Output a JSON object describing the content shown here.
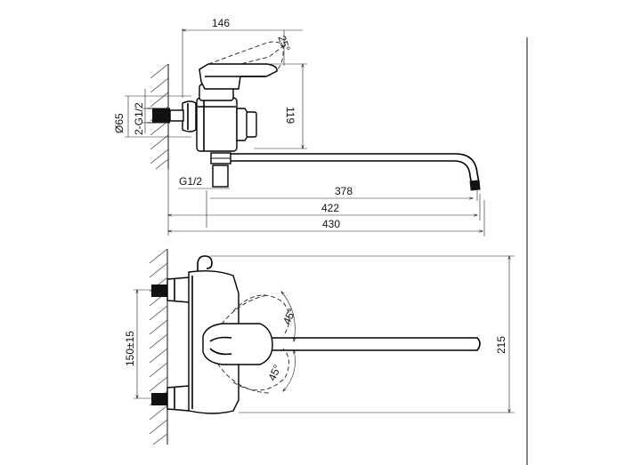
{
  "side_view": {
    "dim_width_top": "146",
    "dim_lever_angle": "25°",
    "dim_height": "119",
    "dim_flange_diameter": "Ø65",
    "dim_inlet_thread": "2-G1/2",
    "dim_outlet_thread": "G1/2",
    "dim_spout_reach": "378",
    "dim_length_422": "422",
    "dim_length_430": "430"
  },
  "front_view": {
    "dim_center_distance": "150±15",
    "dim_angle_upper": "45°",
    "dim_angle_lower": "45°",
    "dim_total_width": "215"
  }
}
